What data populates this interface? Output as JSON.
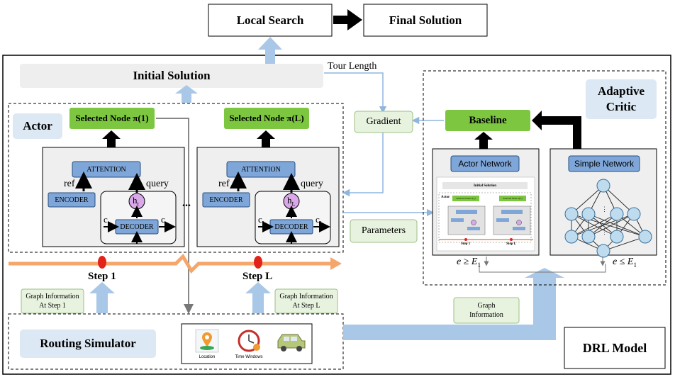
{
  "top": {
    "local_search": "Local Search",
    "final_solution": "Final Solution"
  },
  "main": {
    "initial_solution": "Initial Solution",
    "tour_length": "Tour Length",
    "gradient": "Gradient",
    "parameters": "Parameters",
    "drl_model": "DRL Model"
  },
  "actor": {
    "title": "Actor",
    "step1": {
      "selected_node": "Selected Node π(1)",
      "attention": "ATTENTION",
      "encoder": "ENCODER",
      "decoder": "DECODER",
      "ref": "ref",
      "query": "query",
      "h": "h",
      "h_sub": "t",
      "c_left": "c",
      "c_left_sub": "t",
      "c_right": "c",
      "c_right_sub": "t"
    },
    "stepL": {
      "selected_node": "Selected Node π(L)",
      "attention": "ATTENTION",
      "encoder": "ENCODER",
      "decoder": "DECODER",
      "ref": "ref",
      "query": "query",
      "h": "h",
      "h_sub": "L",
      "c_left": "c",
      "c_left_sub": "L",
      "c_right": "c",
      "c_right_sub": "L"
    },
    "ellipsis": "...",
    "step1_label": "Step 1",
    "stepL_label": "Step L",
    "graph_info_1_line1": "Graph Information",
    "graph_info_1_line2": "At Step 1",
    "graph_info_L_line1": "Graph Information",
    "graph_info_L_line2": "At Step L"
  },
  "critic": {
    "title_line1": "Adaptive",
    "title_line2": "Critic",
    "baseline": "Baseline",
    "actor_network": "Actor Network",
    "simple_network": "Simple Network",
    "cond_left": "e ≥ E",
    "cond_left_sub": "1",
    "cond_right": "e ≤ E",
    "cond_right_sub": "1",
    "mini_initial_solution": "Initial Solution",
    "mini_actor": "Actor",
    "mini_selected_1": "Selected Node π(1)",
    "mini_selected_L": "Selected Node π(L)",
    "mini_step1": "Step 1",
    "mini_stepL": "Step L"
  },
  "simulator": {
    "title": "Routing Simulator",
    "graph_info_line1": "Graph",
    "graph_info_line2": "Information",
    "icon_location_label": "Location",
    "icon_time_label": "Time Windows"
  },
  "colors": {
    "green": "#7cc73f",
    "blue_box": "#7ea6d8",
    "light_green": "#e8f3df",
    "light_blue": "#dce8f4",
    "arrow_blue": "#a9c7e6",
    "orange": "#f5a66a",
    "red_dot": "#e2231a"
  }
}
